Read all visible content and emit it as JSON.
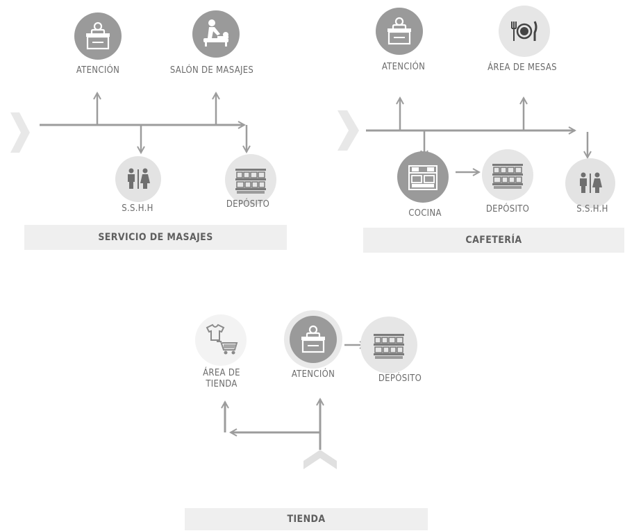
{
  "colors": {
    "flow_line": "#9c9c9c",
    "circle_dark": "#9a9a9a",
    "circle_light": "#e3e3e3",
    "icon_white": "#ffffff",
    "icon_gray": "#7a7a7a",
    "band": "#efefef"
  },
  "masajes": {
    "title": "SERVICIO DE MASAJES",
    "atencion": "ATENCIÓN",
    "salon": "SALÓN DE MASAJES",
    "sshh": "S.S.H.H",
    "deposito": "DEPÓSITO"
  },
  "cafeteria": {
    "title": "CAFETERÍA",
    "atencion": "ATENCIÓN",
    "mesas": "ÁREA DE MESAS",
    "cocina": "COCINA",
    "deposito": "DEPÓSITO",
    "sshh": "S.S.H.H"
  },
  "tienda": {
    "title": "TIENDA",
    "area_line1": "ÁREA DE",
    "area_line2": "TIENDA",
    "atencion": "ATENCIÓN",
    "deposito": "DEPÓSITO"
  },
  "icons": {
    "reception": "reception-desk-icon",
    "massage": "massage-icon",
    "dining": "fork-plate-knife-icon",
    "restroom": "restroom-icon",
    "storage": "storage-shelves-icon",
    "kitchen": "kitchen-icon",
    "shop": "shop-cart-icon",
    "entry": "entry-chevron-icon"
  }
}
